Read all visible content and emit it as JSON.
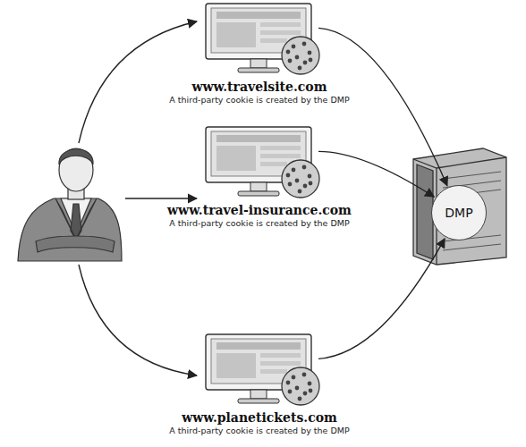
{
  "diagram": {
    "nodes": [
      {
        "text": [
          "www.travelsite.com",
          "A third-party cookie is created by the DMP"
        ]
      },
      {
        "text": [
          "www.travel-insurance.com",
          "A third-party cookie is created by the DMP"
        ]
      },
      {
        "text": [
          "www.planetickets.com",
          "A third-party cookie is created by the DMP"
        ]
      },
      {
        "text": [
          "DMP"
        ]
      }
    ],
    "edges": [
      {
        "from": 0,
        "to": 3,
        "arrow": "to"
      },
      {
        "from": 1,
        "to": 3,
        "arrow": "to"
      },
      {
        "from": 2,
        "to": 3,
        "arrow": "to"
      }
    ]
  }
}
